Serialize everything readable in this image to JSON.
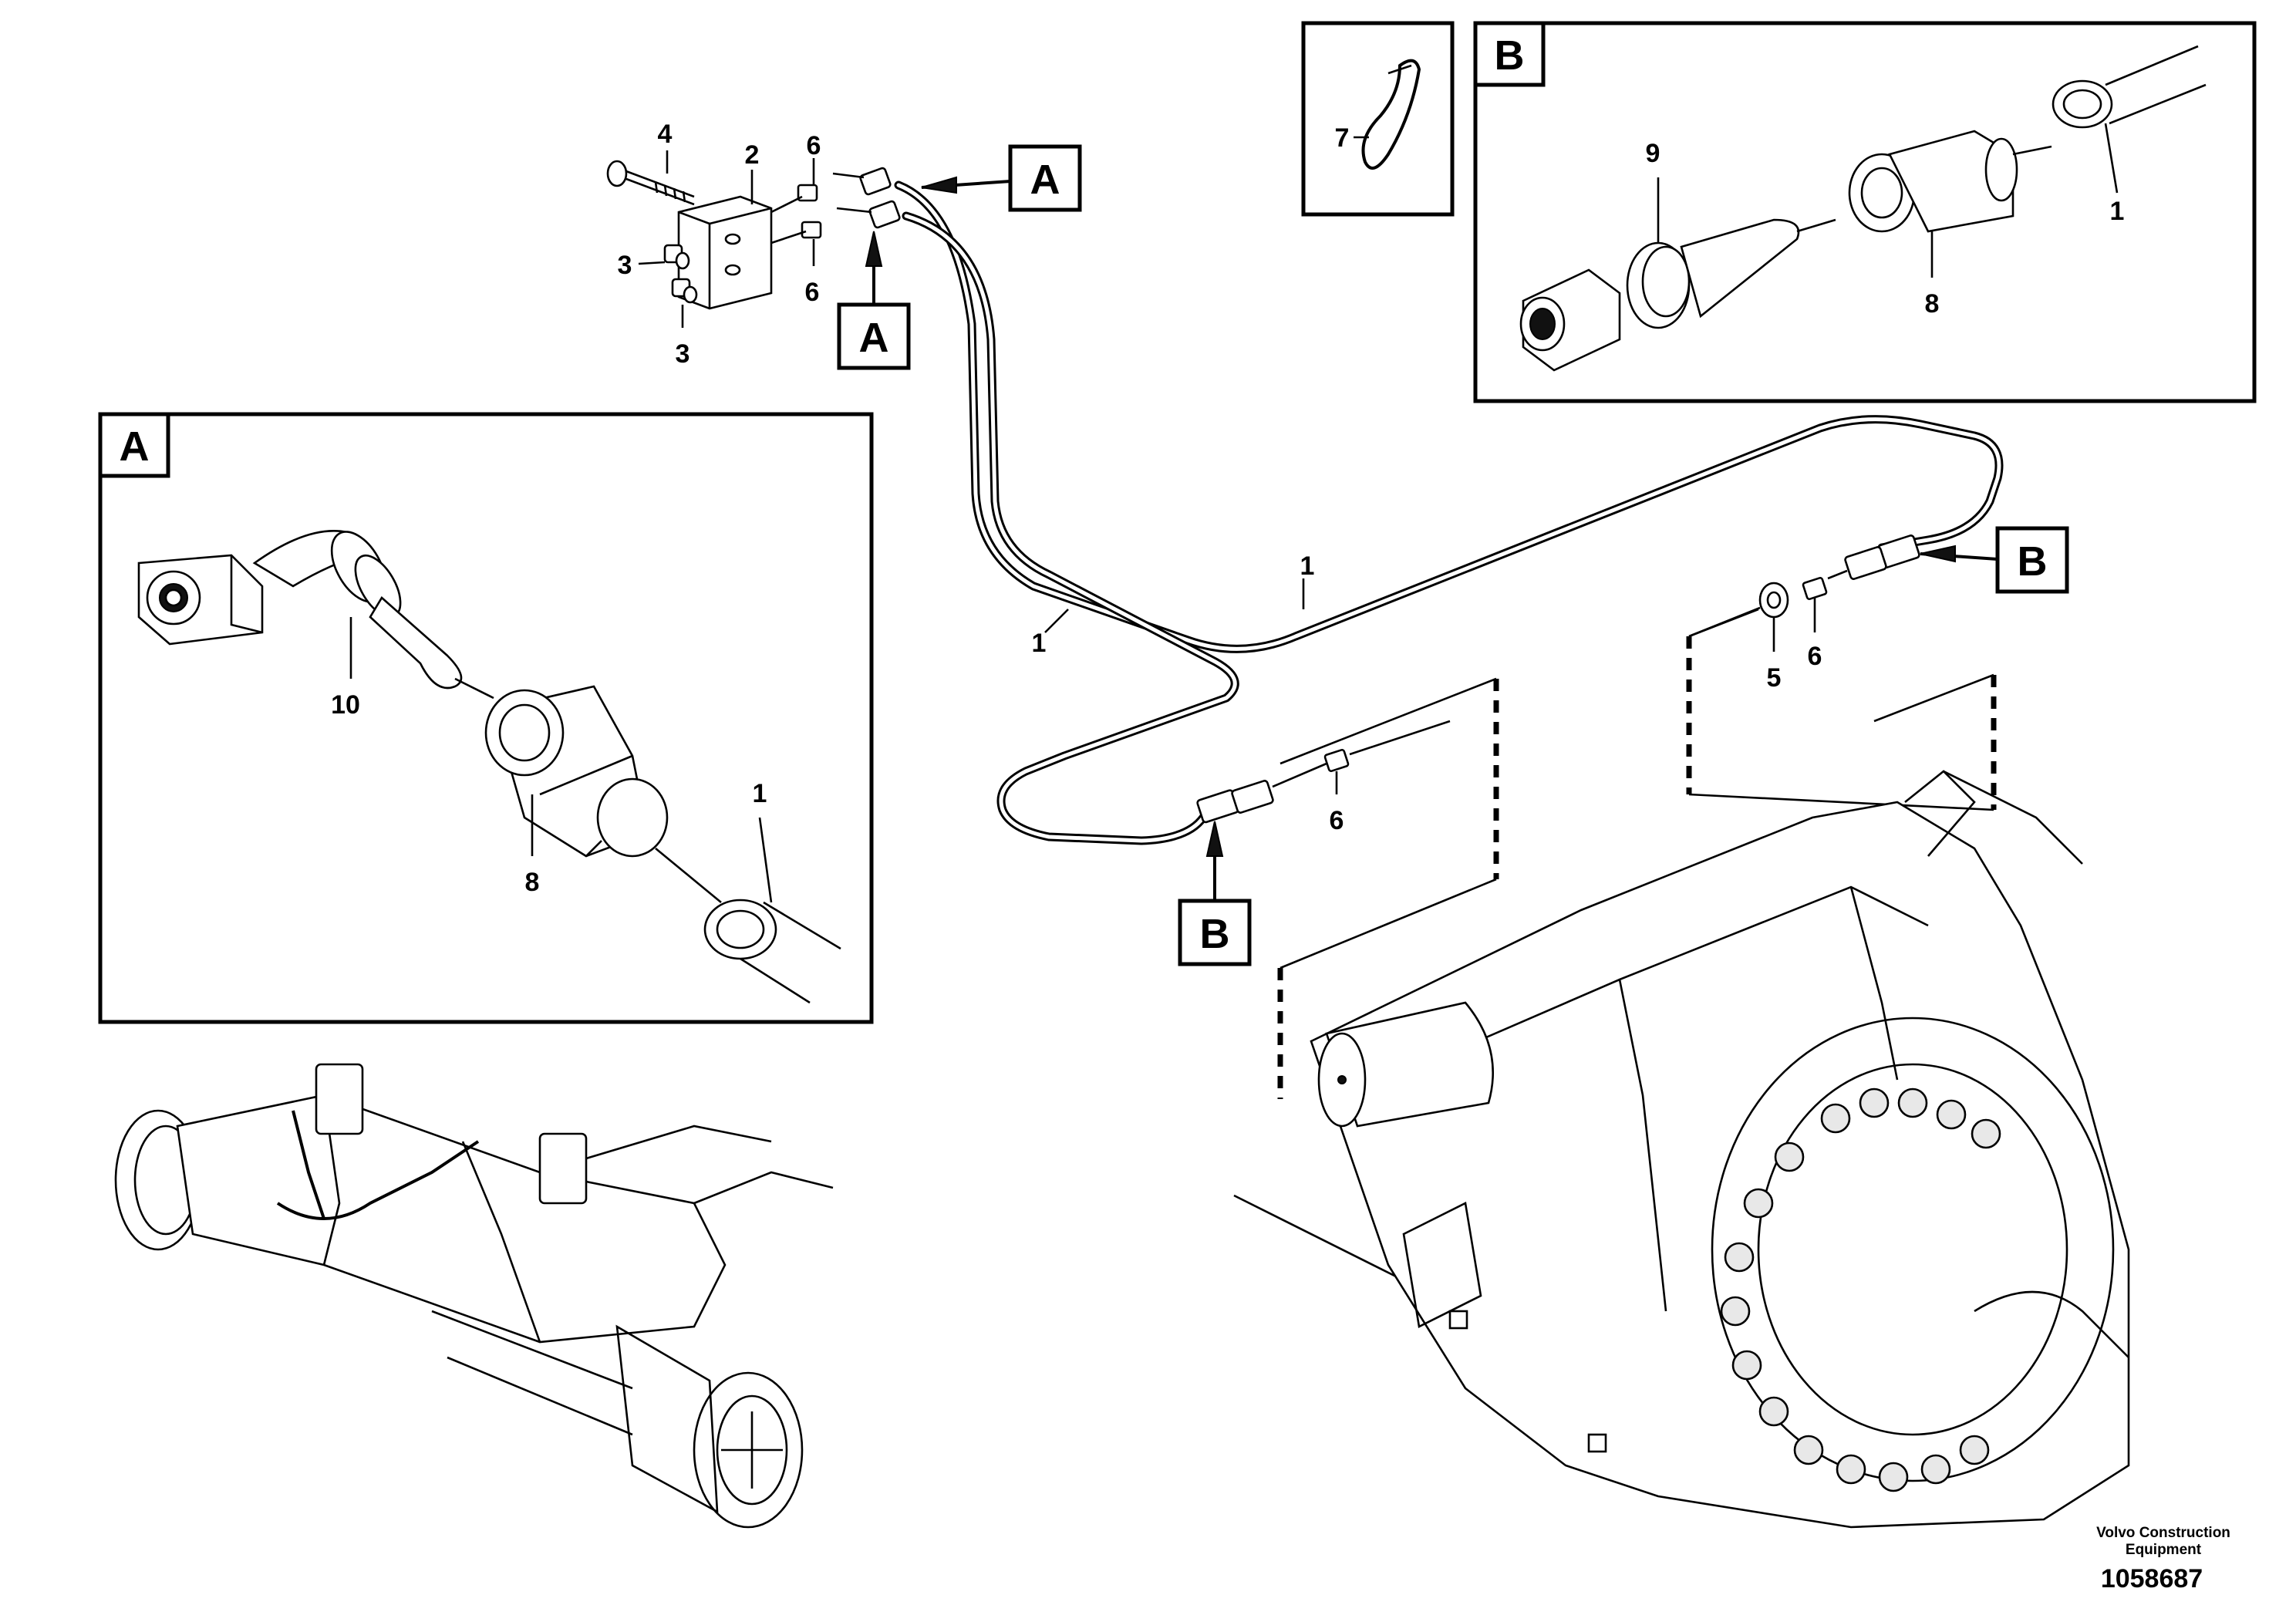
{
  "callouts": {
    "c1_main_left": "1",
    "c1_main_right": "1",
    "c1_detailA": "1",
    "c1_detailB": "1",
    "c2": "2",
    "c3_upper": "3",
    "c3_lower": "3",
    "c4": "4",
    "c5": "5",
    "c6_top": "6",
    "c6_bottom": "6",
    "c6_center": "6",
    "c6_right": "6",
    "c7": "7",
    "c8_detailA": "8",
    "c8_detailB": "8",
    "c9": "9",
    "c10": "10"
  },
  "section_tags": {
    "detail_a_box": "A",
    "detail_b_box": "B",
    "ref_a_top": "A",
    "ref_a_mid": "A",
    "ref_b_right": "B",
    "ref_b_bottom": "B"
  },
  "footer": {
    "manufacturer": "Volvo Construction Equipment",
    "manufacturer_line1": "Volvo Construction",
    "manufacturer_line2": "Equipment",
    "document_number": "1058687"
  }
}
